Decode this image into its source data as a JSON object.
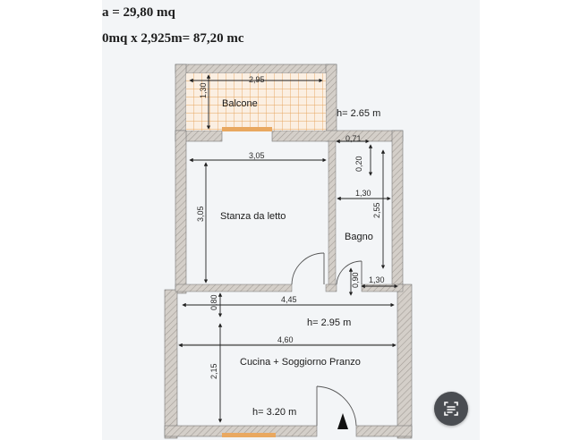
{
  "header": {
    "line1": "a = 29,80 mq",
    "line2": "0mq x 2,925m= 87,20 mc"
  },
  "rooms": {
    "balcone": "Balcone",
    "stanza": "Stanza da letto",
    "bagno": "Bagno",
    "cucina": "Cucina + Soggiorno Pranzo"
  },
  "heights": {
    "balcone": "h= 2.65 m",
    "corridoio": "h= 2.95 m",
    "cucina": "h= 3.20 m"
  },
  "dimensions": {
    "balcone_width": "2,95",
    "balcone_depth": "1,30",
    "bagno_step_w": "0,71",
    "bagno_step_h": "0,20",
    "stanza_width": "3,05",
    "stanza_depth": "3,05",
    "bagno_width": "1,30",
    "bagno_depth": "2,55",
    "bagno_door": "0,90",
    "bagno_right": "1,30",
    "corridor_depth": "0,80",
    "corridor_width": "4,45",
    "cucina_width": "4,60",
    "cucina_depth": "2,15"
  },
  "icons": {
    "lens": "google-lens-icon",
    "entrance": "entrance-arrow-icon"
  },
  "colors": {
    "wall": "#7f7f7f",
    "hatch": "#c9c3bd",
    "balcony_tile": "#e6a45c",
    "window_sill": "#e9a860",
    "lens_button": "#4a4d52"
  }
}
